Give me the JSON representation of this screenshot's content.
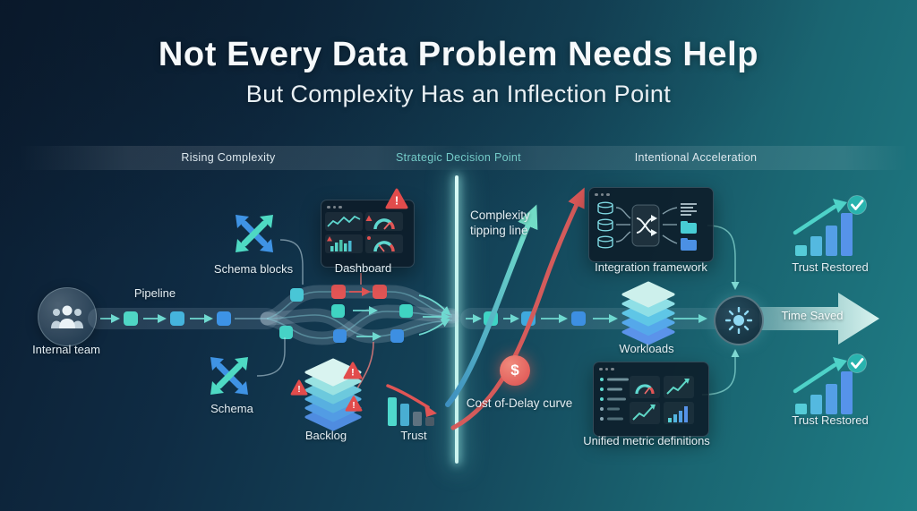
{
  "title": "Not Every Data Problem Needs Help",
  "subtitle": "But Complexity Has an Inflection Point",
  "lanes": {
    "rising": "Rising Complexity",
    "decision": "Strategic Decision Point",
    "acceleration": "Intentional Acceleration"
  },
  "left": {
    "internal_team_label": "Internal team",
    "pipeline_label": "Pipeline",
    "schema_blocks_label": "Schema blocks",
    "dashboard_label": "Dashboard",
    "schema_label": "Schema",
    "backlog_label": "Backlog",
    "trust_label": "Trust"
  },
  "center": {
    "complexity_label": "Complexity tipping line",
    "cost_label": "Cost of-Delay curve"
  },
  "right": {
    "integration_label": "Integration framework",
    "workloads_label": "Workloads",
    "unified_label": "Unified metric definitions",
    "time_saved_label": "Time Saved",
    "trust_restored_top_label": "Trust Restored",
    "trust_restored_bottom_label": "Trust Restored"
  },
  "glyphs": {
    "exclamation": "!",
    "dollar": "$"
  },
  "colors": {
    "bg_start": "#0b1c30",
    "bg_end": "#1f7e86",
    "accent_teal": "#5fd6cb",
    "accent_blue": "#3f93e4",
    "alert_red": "#e25353",
    "divider": "#c9f4f0",
    "decision_text": "#74cbc8"
  }
}
